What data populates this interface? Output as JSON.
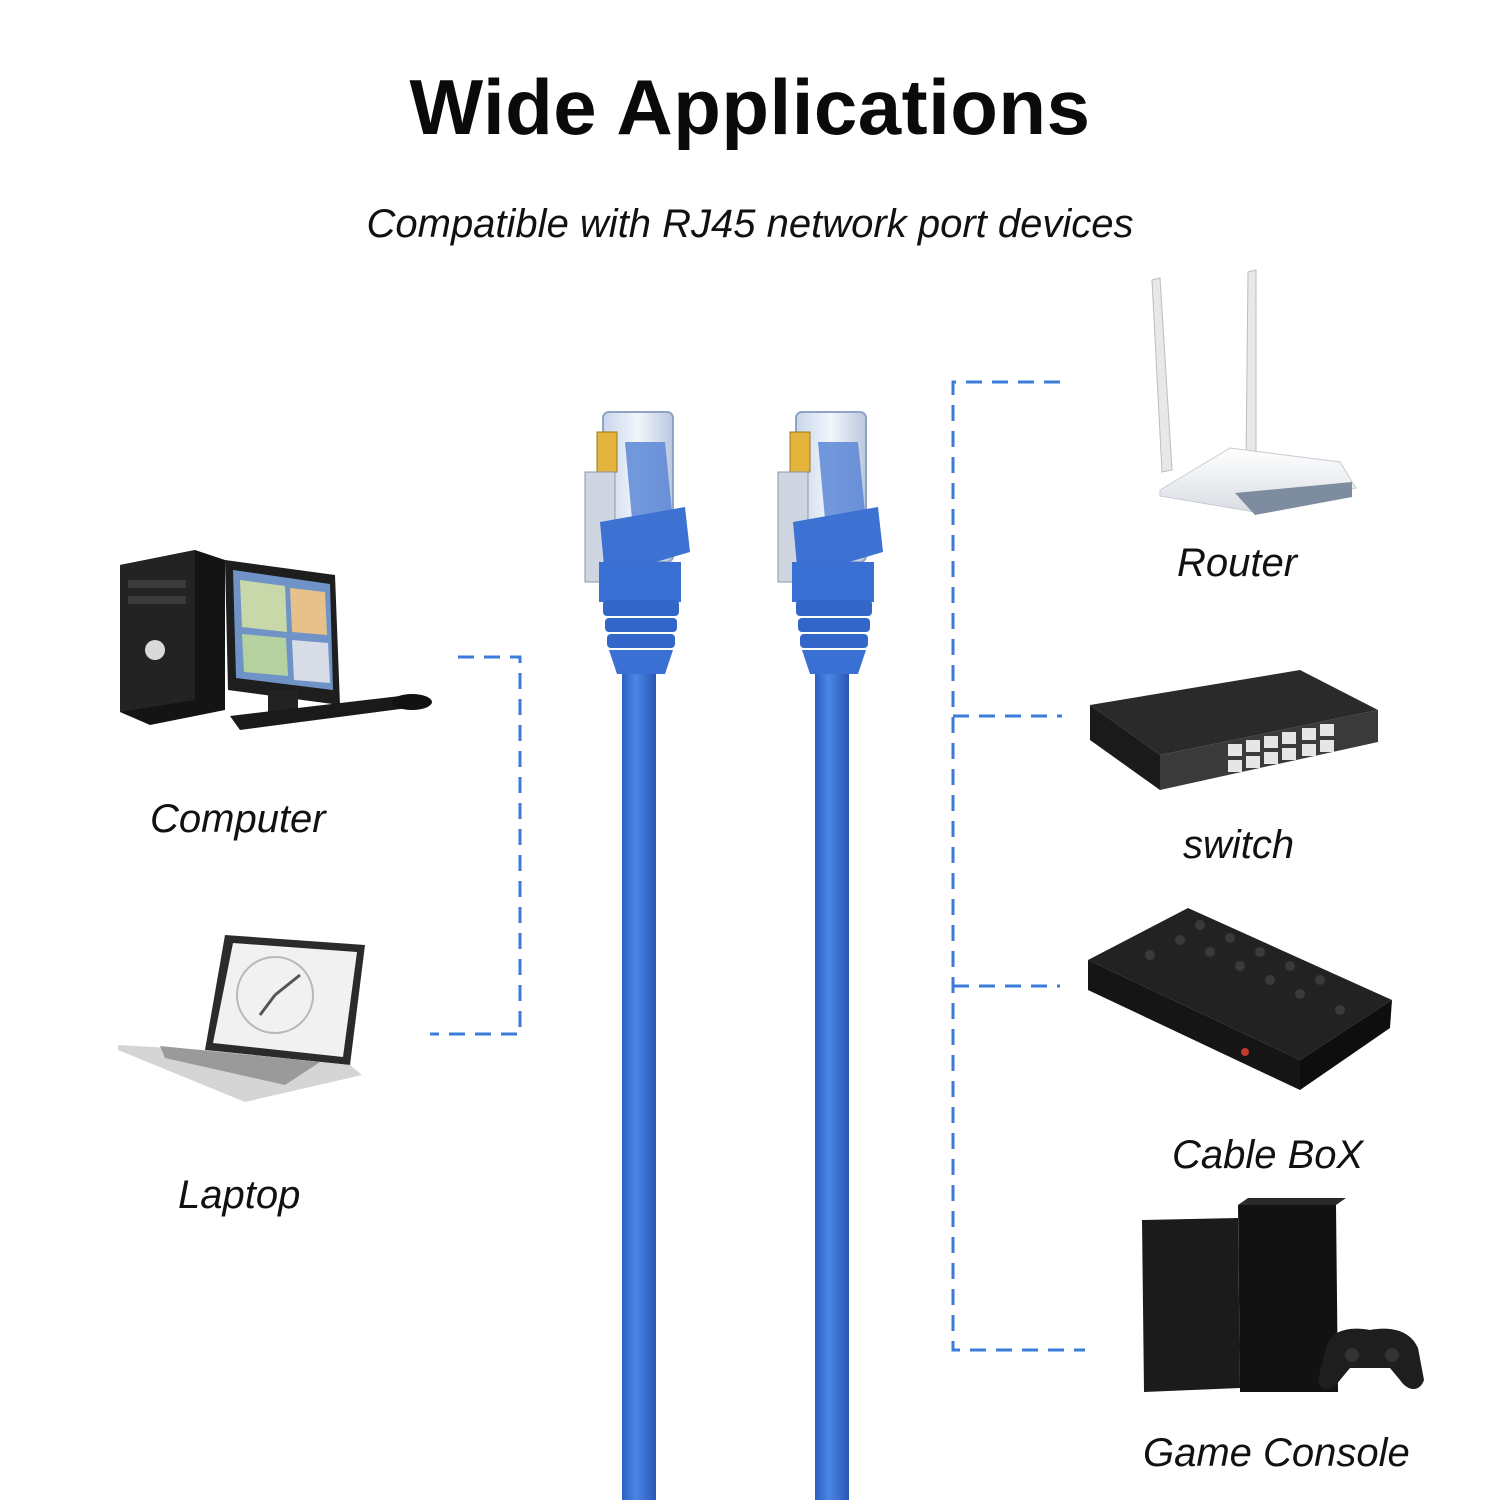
{
  "header": {
    "title": "Wide Applications",
    "subtitle": "Compatible with RJ45 network port devices"
  },
  "devices": {
    "computer": "Computer",
    "laptop": "Laptop",
    "router": "Router",
    "switch": "switch",
    "cable_box": "Cable BoX",
    "game_console": "Game Console"
  },
  "colors": {
    "cable_blue": "#3b72d6",
    "connector_dashes": "#3b7bd9",
    "text": "#111111"
  },
  "icons": [
    "desktop-computer-icon",
    "laptop-icon",
    "router-icon",
    "network-switch-icon",
    "cable-box-icon",
    "game-console-icon",
    "rj45-connector-icon"
  ]
}
